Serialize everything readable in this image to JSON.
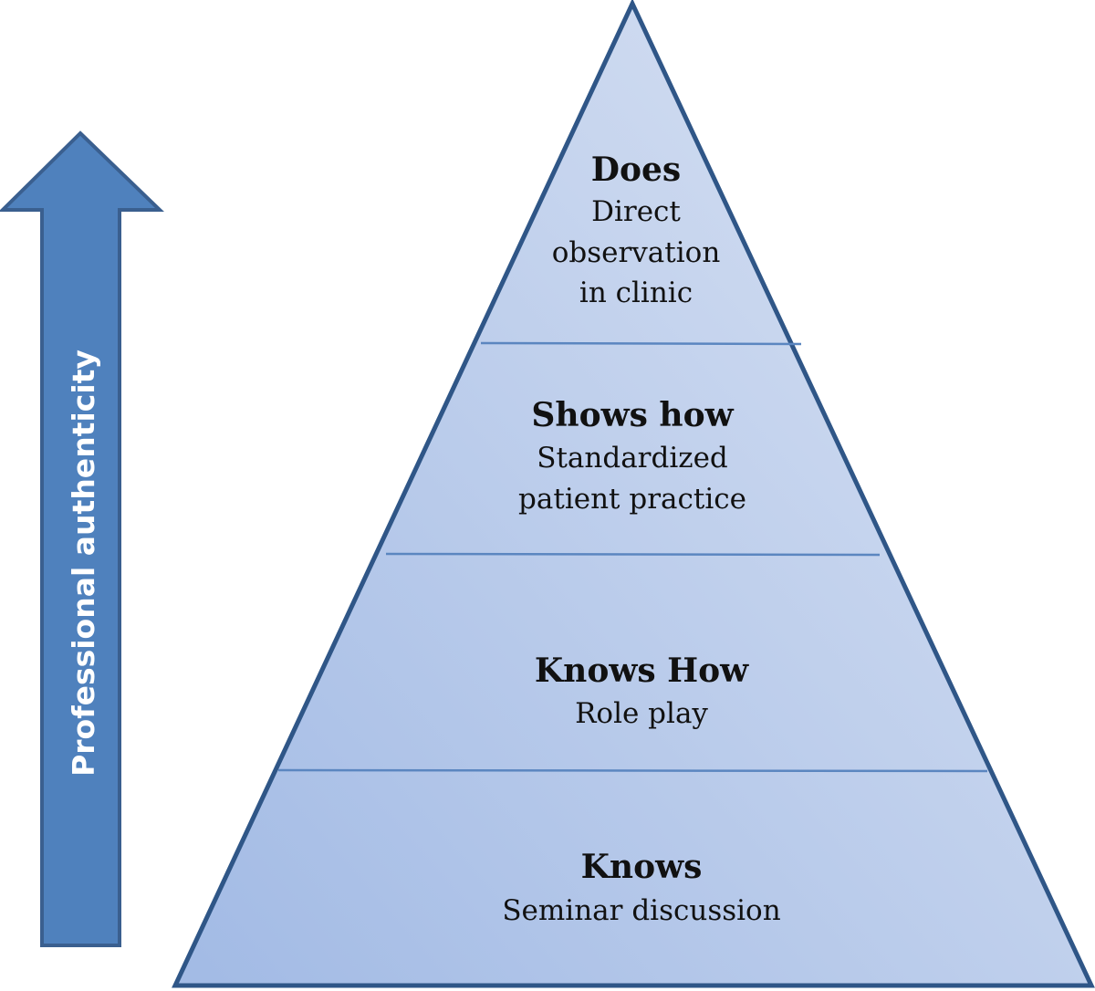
{
  "arrow": {
    "label": "Professional authenticity",
    "direction": "up"
  },
  "pyramid": {
    "tiers": [
      {
        "title": "Does",
        "description_lines": [
          "Direct",
          "observation",
          "in clinic"
        ]
      },
      {
        "title": "Shows how",
        "description_lines": [
          "Standardized",
          "patient practice"
        ]
      },
      {
        "title": "Knows How",
        "description_lines": [
          "Role play"
        ]
      },
      {
        "title": "Knows",
        "description_lines": [
          "Seminar discussion"
        ]
      }
    ]
  },
  "colors": {
    "arrow_fill": "#4f81bd",
    "arrow_stroke": "#3a5f8f",
    "pyramid_fill_light": "#d3def3",
    "pyramid_fill_dark": "#a3bbe5",
    "pyramid_stroke": "#2f5687",
    "divider": "#5b86c0"
  }
}
